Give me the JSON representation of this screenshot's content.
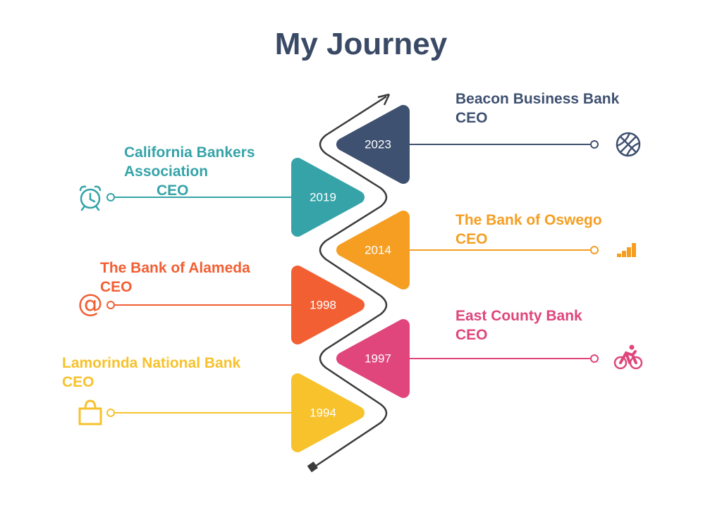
{
  "title": "My Journey",
  "milestones": [
    {
      "year": "2023",
      "org": "Beacon Business Bank",
      "role": "CEO",
      "side": "right",
      "color": "#3f5170",
      "icon": "basketball-icon"
    },
    {
      "year": "2019",
      "org": "California Bankers",
      "org2": "Association",
      "role": "CEO",
      "side": "left",
      "color": "#35a3a8",
      "icon": "alarm-clock-icon"
    },
    {
      "year": "2014",
      "org": "The Bank of Oswego",
      "role": "CEO",
      "side": "right",
      "color": "#f59e22",
      "icon": "signal-bars-icon"
    },
    {
      "year": "1998",
      "org": "The Bank of Alameda",
      "role": "CEO",
      "side": "left",
      "color": "#f25f33",
      "icon": "at-sign-icon"
    },
    {
      "year": "1997",
      "org": "East County Bank",
      "role": "CEO",
      "side": "right",
      "color": "#e0457b",
      "icon": "cyclist-icon"
    },
    {
      "year": "1994",
      "org": "Lamorinda National Bank",
      "role": "CEO",
      "side": "left",
      "color": "#f7c22c",
      "icon": "shopping-bag-icon"
    }
  ]
}
